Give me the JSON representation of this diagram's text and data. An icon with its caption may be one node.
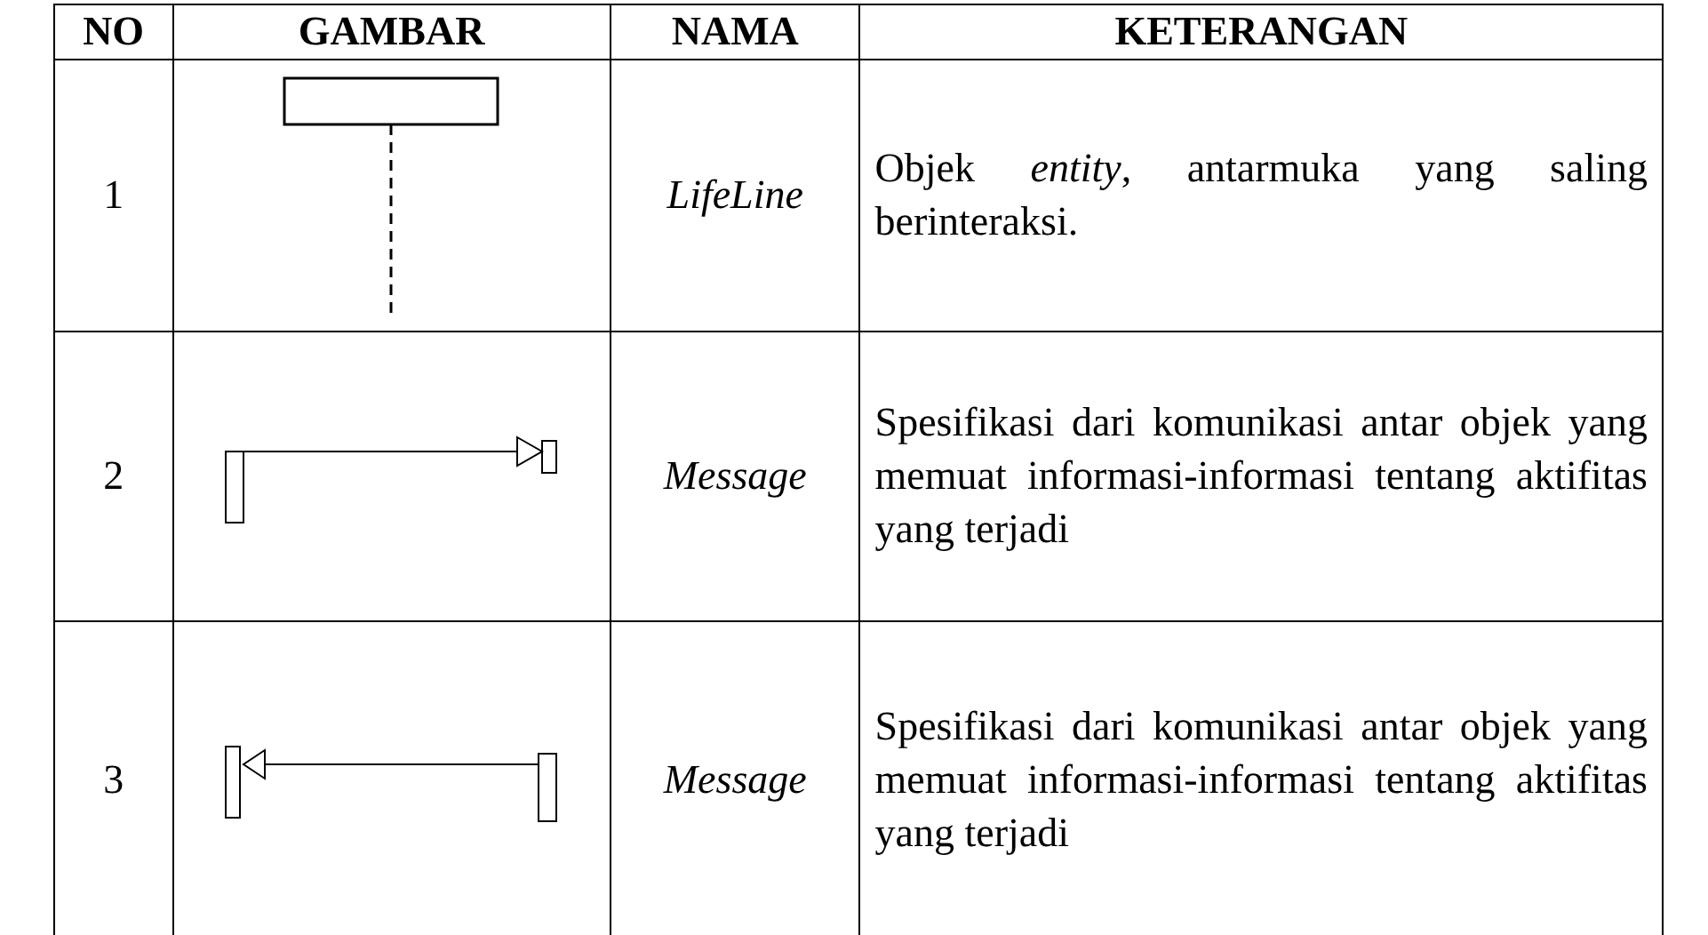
{
  "diagram": {
    "labels": [
      "NO",
      "GAMBAR",
      "NAMA",
      "KETERANGAN",
      "1",
      "LifeLine",
      "Objek *entity*, antarmuka yang saling berinteraksi.",
      "2",
      "Message",
      "Spesifikasi dari komunikasi antar objek yang memuat informasi-informasi tentang aktifitas yang terjadi",
      "3",
      "Message",
      "Spesifikasi dari komunikasi antar objek yang memuat informasi-informasi tentang aktifitas yang terjadi"
    ]
  }
}
